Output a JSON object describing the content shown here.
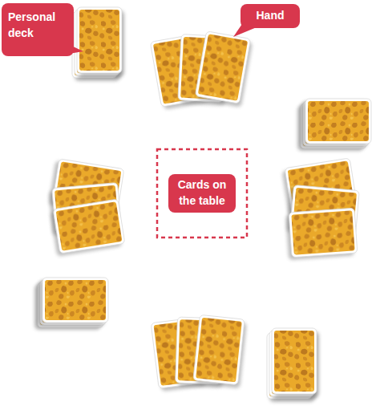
{
  "diagram": {
    "nodes": [
      {
        "text": [
          "Personal deck"
        ]
      },
      {
        "text": [
          "Hand"
        ]
      },
      {
        "text": [
          "Cards on the table"
        ]
      }
    ]
  }
}
